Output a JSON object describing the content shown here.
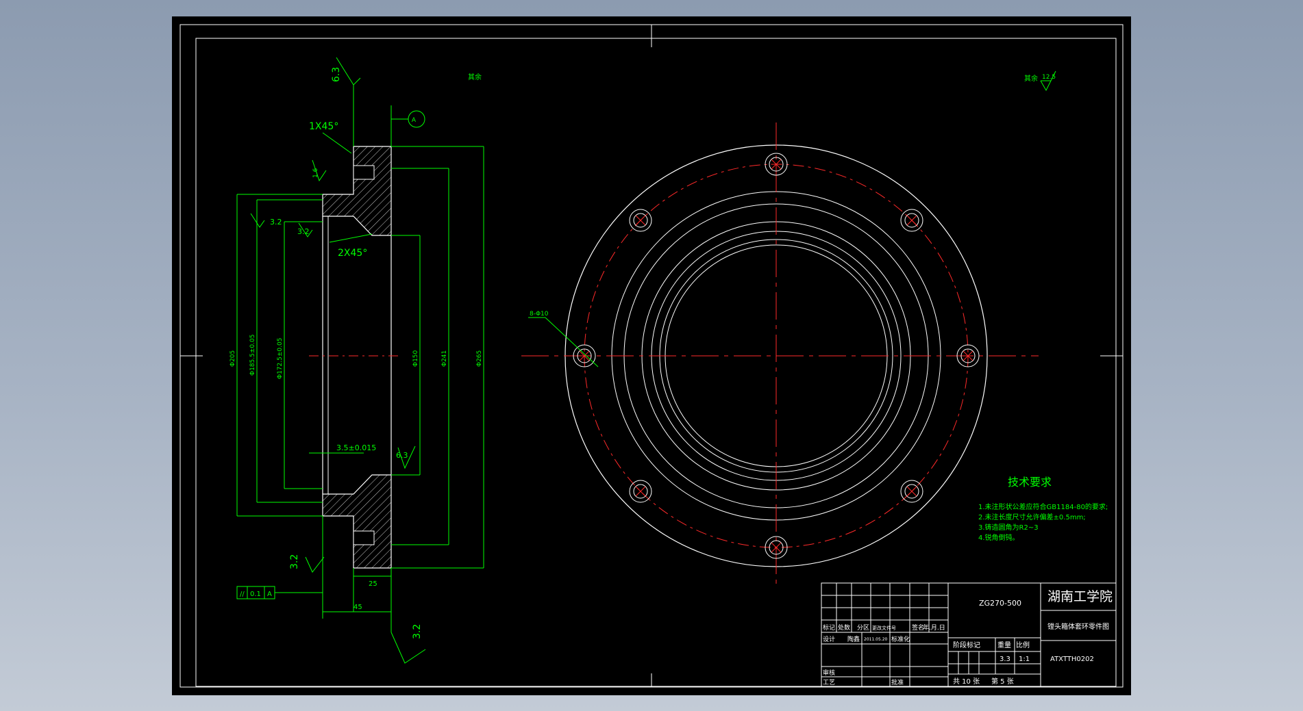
{
  "drawing": {
    "surface_roughness_other": {
      "prefix": "其余",
      "value": "12.5"
    },
    "section_annotations": {
      "chamfer_1": "1X45°",
      "chamfer_2": "2X45°",
      "datum": "A",
      "roughness_top": "6.3",
      "roughness_small": "1.6",
      "roughness_left_1": "3.2",
      "roughness_left_2": "3.2",
      "roughness_right": "6.3",
      "roughness_bottom_left": "3.2",
      "roughness_bottom": "3.2",
      "tolerance_step": "3.5±0.015",
      "parallel_tolerance": "0.1",
      "parallel_datum": "A",
      "dim_25": "25",
      "dim_45": "45",
      "dim_d205": "Φ205",
      "dim_d185": "Φ185.5±0.05",
      "dim_d172": "Φ172.5±0.05",
      "dim_d150": "Φ150",
      "dim_d241": "Φ241",
      "dim_d265": "Φ265"
    },
    "holes_label": "8-Φ10",
    "tech_requirements": {
      "title": "技术要求",
      "items": [
        "1.未注形状公差应符合GB1184-80的要求;",
        "2.未注长度尺寸允许偏差±0.5mm;",
        "3.铸造圆角为R2~3",
        "4.锐角倒钝。"
      ]
    },
    "title_block": {
      "drawing_code": "ZG270-500",
      "school": "湖南工学院",
      "part_name": "镗头箱体套环零件图",
      "drawing_number": "ATXTTH0202",
      "header_row": [
        "标记",
        "处数",
        "分区",
        "更改文件号",
        "签名",
        "年.月.日"
      ],
      "design_label": "设计",
      "designer": "陶鑫",
      "design_date": "2011.05.20",
      "standardize_label": "标准化",
      "review_label": "审核",
      "process_label": "工艺",
      "approve_label": "批准",
      "stage_label": "阶段标记",
      "weight_label": "重量",
      "scale_label": "比例",
      "weight_value": "3.3",
      "scale_value": "1:1",
      "sheets_total": "共 10 张",
      "sheet_number": "第 5 张"
    },
    "colors": {
      "background": "#000000",
      "outline": "#ffffff",
      "dimension": "#00ff00",
      "centerline": "#ff2a2a"
    }
  }
}
